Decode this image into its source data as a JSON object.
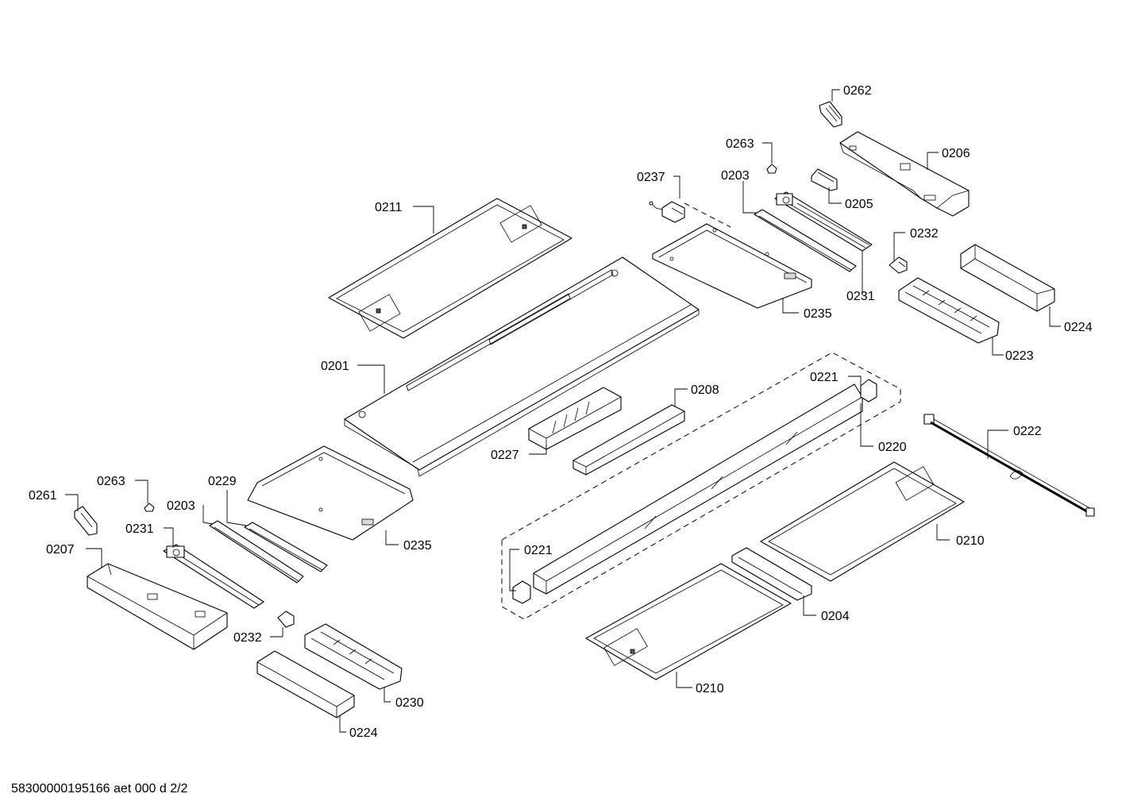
{
  "labels": {
    "p0262": "0262",
    "p0263a": "0263",
    "p0206": "0206",
    "p0237": "0237",
    "p0203a": "0203",
    "p0205": "0205",
    "p0211": "0211",
    "p0232a": "0232",
    "p0231a": "0231",
    "p0235a": "0235",
    "p0224a": "0224",
    "p0223": "0223",
    "p0201": "0201",
    "p0221a": "0221",
    "p0208": "0208",
    "p0220": "0220",
    "p0222": "0222",
    "p0227": "0227",
    "p0263b": "0263",
    "p0229": "0229",
    "p0261": "0261",
    "p0203b": "0203",
    "p0235b": "0235",
    "p0231b": "0231",
    "p0210a": "0210",
    "p0221b": "0221",
    "p0207": "0207",
    "p0204": "0204",
    "p0232b": "0232",
    "p0230": "0230",
    "p0210b": "0210",
    "p0224b": "0224"
  },
  "footer": "58300000195166 aet 000 d 2/2"
}
